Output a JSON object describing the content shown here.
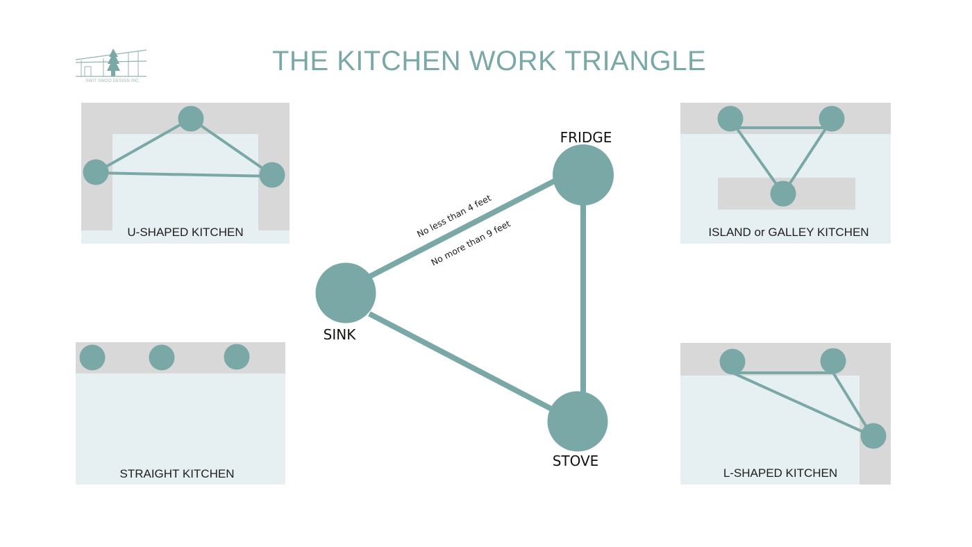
{
  "title": "THE KITCHEN WORK TRIANGLE",
  "logo": {
    "text": "SWIT SWOO DESIGN INC."
  },
  "colors": {
    "accent": "#7aa8a7",
    "counter_gray": "#d8d8d8",
    "floor_light": "#e6eff1",
    "text_dark": "#1e1e1e"
  },
  "main_triangle": {
    "nodes": {
      "fridge": {
        "label": "FRIDGE"
      },
      "sink": {
        "label": "SINK"
      },
      "stove": {
        "label": "STOVE"
      }
    },
    "edge_labels": {
      "min": "No less than 4 feet",
      "max": "No more than 9 feet"
    }
  },
  "layouts": [
    {
      "id": "u-shaped",
      "label": "U-SHAPED KITCHEN"
    },
    {
      "id": "island-galley",
      "label": "ISLAND or GALLEY KITCHEN"
    },
    {
      "id": "straight",
      "label": "STRAIGHT KITCHEN"
    },
    {
      "id": "l-shaped",
      "label": "L-SHAPED KITCHEN"
    }
  ]
}
